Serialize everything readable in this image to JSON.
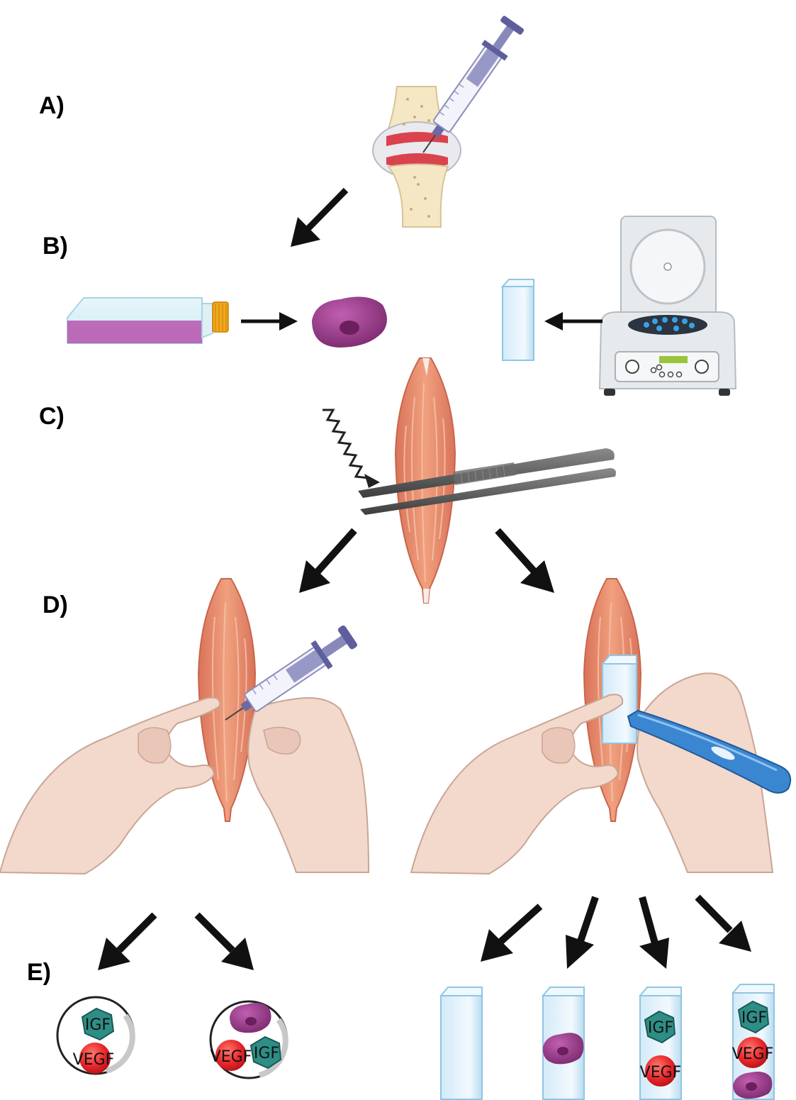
{
  "panels": {
    "a": "A)",
    "b": "B)",
    "c": "C)",
    "d": "D)",
    "e": "E)"
  },
  "molecules": {
    "igf": "IGF",
    "vegf": "VEGF"
  },
  "icons": [
    "knee-joint-icon",
    "syringe-icon",
    "culture-flask-icon",
    "stem-cell-icon",
    "centrifuge-icon",
    "gel-block-icon",
    "muscle-icon",
    "forceps-icon",
    "laser-beam-icon",
    "hand-icon",
    "pen-injector-icon",
    "microsphere-icon",
    "hydrogel-column-icon",
    "arrow-icon"
  ],
  "colors": {
    "muscle": "#e98d6c",
    "muscle_stripe": "#f6c1a8",
    "cell": "#a0408f",
    "igf": "#2e8e86",
    "vegf": "#e8262b",
    "gel": "#dff0fb",
    "gel_edge": "#8fc6e3",
    "skin": "#f3d8cc",
    "forceps": "#5b5b5b",
    "bone": "#f5e7c4",
    "cartilage": "#d9434e",
    "pen": "#3b86d1"
  }
}
